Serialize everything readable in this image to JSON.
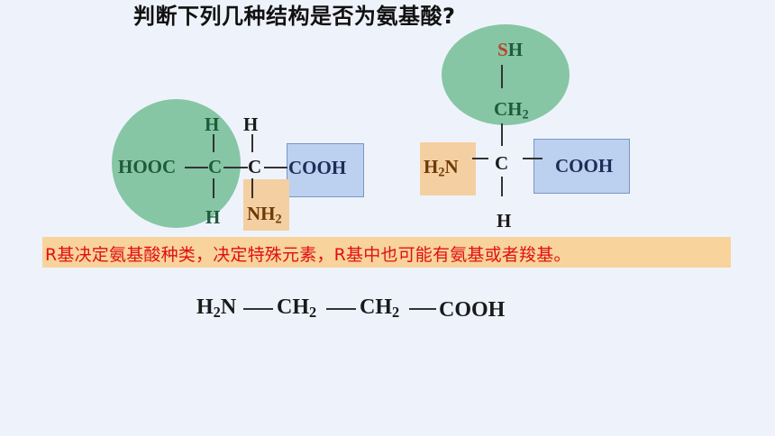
{
  "title": "判断下列几种结构是否为氨基酸?",
  "structure1": {
    "hooc": "HOOC",
    "c_left": "C",
    "c_center": "C",
    "h_top_left": "H",
    "h_top_center": "H",
    "h_bottom_left": "H",
    "cooh": "COOH",
    "nh2_base": "NH",
    "nh2_sub": "2"
  },
  "structure2": {
    "s": "S",
    "sh_h": "H",
    "ch2_base": "CH",
    "ch2_sub": "2",
    "h2n_h": "H",
    "h2n_sub": "2",
    "h2n_n": "N",
    "c_center": "C",
    "cooh": "COOH",
    "h_bottom": "H"
  },
  "note": "R基决定氨基酸种类，决定特殊元素，R基中也可能有氨基或者羧基。",
  "structure3": {
    "h2n_h": "H",
    "h2n_sub": "2",
    "h2n_n": "N",
    "ch2a_base": "CH",
    "ch2a_sub": "2",
    "ch2b_base": "CH",
    "ch2b_sub": "2",
    "cooh": "COOH"
  },
  "colors": {
    "background": "#eef3fb",
    "r_group_circle": "#86c6a5",
    "carboxyl_box": "#bcd0f0",
    "amino_box": "#f4cfa1",
    "note_background": "#f8d39b",
    "note_text": "#e01010",
    "sulfur": "#b5452a"
  }
}
